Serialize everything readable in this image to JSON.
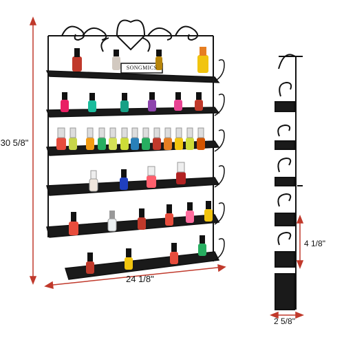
{
  "image": {
    "subject": "black wire wall-mounted nail polish rack",
    "brand_plate": "SONGMICS",
    "colors": {
      "background": "#ffffff",
      "frame": "#111111",
      "dimension_lines": "#c0392b"
    }
  },
  "dimensions": {
    "height": "30 5/8\"",
    "width": "24 1/8\"",
    "shelf_spacing": "4 1/8\"",
    "depth": "2 5/8\""
  }
}
